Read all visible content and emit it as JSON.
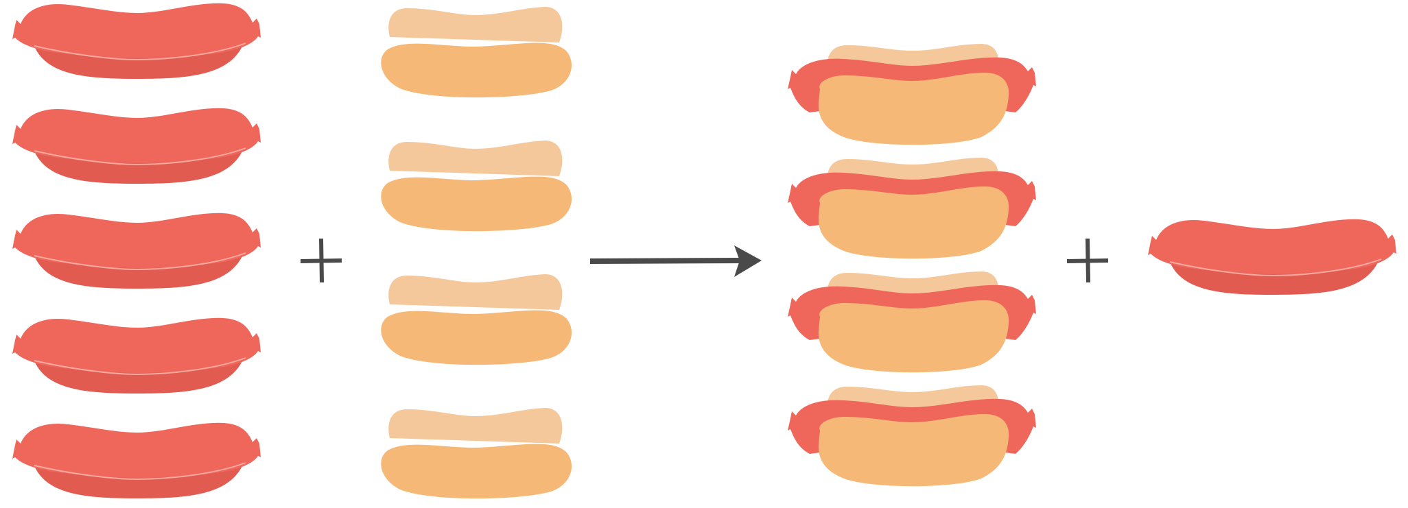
{
  "diagram": {
    "type": "limiting-reactant illustration",
    "reactants": [
      {
        "name": "sausage",
        "count": 5
      },
      {
        "name": "bun",
        "count": 4
      }
    ],
    "products": [
      {
        "name": "hot-dog",
        "count": 4
      },
      {
        "name": "sausage",
        "count": 1
      }
    ],
    "operators": [
      "+",
      "→",
      "+"
    ],
    "colors": {
      "sausage_top": "#ef665b",
      "sausage_bottom": "#e25b50",
      "sausage_seam": "#f7a9a2",
      "bun_top": "#f5c89b",
      "bun_bottom": "#f6b877",
      "operator": "#4a4a4a",
      "background": "#ffffff"
    }
  }
}
